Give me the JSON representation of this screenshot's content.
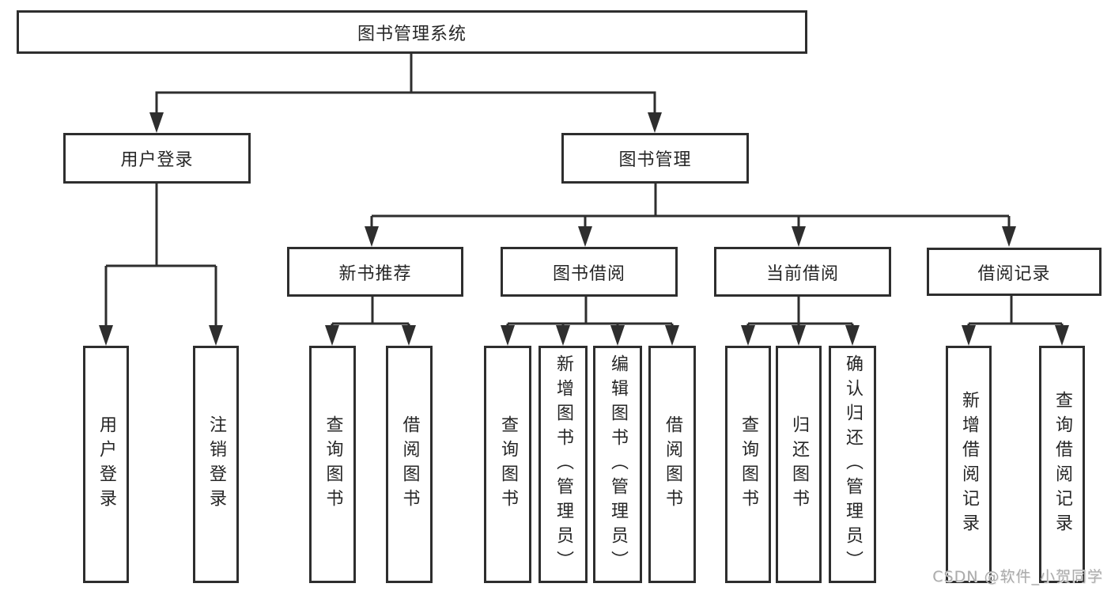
{
  "tree": {
    "root": "图书管理系统",
    "branches": {
      "user_login": {
        "label": "用户登录",
        "children": [
          "用户登录",
          "注销登录"
        ]
      },
      "book_management": {
        "label": "图书管理",
        "sections": {
          "new_book_rec": {
            "label": "新书推荐",
            "children": [
              "查询图书",
              "借阅图书"
            ]
          },
          "book_borrow": {
            "label": "图书借阅",
            "children": [
              "查询图书",
              "新增图书（管理员）",
              "编辑图书（管理员）",
              "借阅图书"
            ]
          },
          "current_borrow": {
            "label": "当前借阅",
            "children": [
              "查询图书",
              "归还图书",
              "确认归还（管理员）"
            ]
          },
          "borrow_record": {
            "label": "借阅记录",
            "children": [
              "新增借阅记录",
              "查询借阅记录"
            ]
          }
        }
      }
    }
  },
  "watermark": "CSDN @软件_小贺同学",
  "colors": {
    "line": "#2e2e2e",
    "text": "#262626",
    "background": "#ffffff",
    "watermark": "#ababab"
  }
}
